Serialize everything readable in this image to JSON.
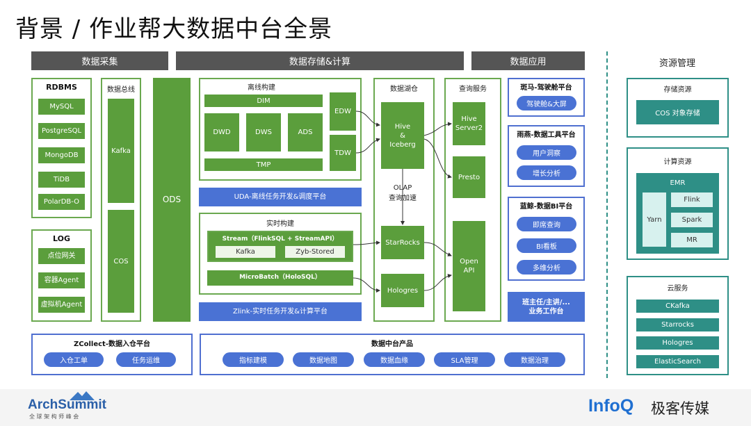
{
  "title": "背景 / 作业帮大数据中台全景",
  "headers": {
    "collect": "数据采集",
    "storage": "数据存储&计算",
    "app": "数据应用",
    "resource": "资源管理"
  },
  "rdbms": {
    "title": "RDBMS",
    "items": [
      "MySQL",
      "PostgreSQL",
      "MongoDB",
      "TiDB",
      "PolarDB-O"
    ]
  },
  "log": {
    "title": "LOG",
    "items": [
      "点位网关",
      "容器Agent",
      "虚拟机Agent"
    ]
  },
  "bus": {
    "title": "数据总线",
    "kafka": "Kafka",
    "cos": "COS"
  },
  "ods": "ODS",
  "offline": {
    "title": "离线构建",
    "dim": "DIM",
    "dwd": "DWD",
    "dws": "DWS",
    "ads": "ADS",
    "tmp": "TMP",
    "edw": "EDW",
    "tdw": "TDW"
  },
  "uda": "UDA-离线任务开发&调度平台",
  "realtime": {
    "title": "实时构建",
    "stream": "Stream（FlinkSQL + StreamAPI）",
    "kafka": "Kafka",
    "zyb": "Zyb-Stored",
    "micro": "MicroBatch（HoloSQL）"
  },
  "zlink": "Zlink-实时任务开发&计算平台",
  "lake": {
    "title": "数据湖仓",
    "hive": "Hive\n&\nIceberg",
    "olap": "OLAP\n查询加速",
    "starrocks": "StarRocks",
    "hologres": "Hologres"
  },
  "query": {
    "title": "查询服务",
    "hs2": "Hive\nServer2",
    "presto": "Presto",
    "openapi": "Open\nAPI"
  },
  "banma": {
    "title": "斑马-驾驶舱平台",
    "items": [
      "驾驶舱&大屏"
    ]
  },
  "yuyan": {
    "title": "雨燕-数据工具平台",
    "items": [
      "用户洞察",
      "增长分析"
    ]
  },
  "lanjing": {
    "title": "蓝鲸-数据BI平台",
    "items": [
      "即席查询",
      "BI看板",
      "多维分析"
    ]
  },
  "bzr": "班主任/主讲/...\n业务工作台",
  "zcollect": {
    "title": "ZCollect-数据入仓平台",
    "items": [
      "入仓工单",
      "任务运维"
    ]
  },
  "products": {
    "title": "数据中台产品",
    "items": [
      "指标建模",
      "数据地图",
      "数据血缘",
      "SLA管理",
      "数据治理"
    ]
  },
  "storage_res": {
    "title": "存储资源",
    "item": "COS 对象存储"
  },
  "compute_res": {
    "title": "计算资源",
    "emr": "EMR",
    "yarn": "Yarn",
    "flink": "Flink",
    "spark": "Spark",
    "mr": "MR"
  },
  "cloud": {
    "title": "云服务",
    "items": [
      "CKafka",
      "Starrocks",
      "Hologres",
      "ElasticSearch"
    ]
  },
  "footer": {
    "arch_logo": "ArchSummit",
    "arch_sub": "全 球 架 构 师 峰 会",
    "infoq": "InfoQ",
    "geek": "极客传媒"
  },
  "colors": {
    "green": "#5b9e3c",
    "blue": "#4a72d4",
    "teal": "#2e8f86",
    "header": "#555555"
  }
}
